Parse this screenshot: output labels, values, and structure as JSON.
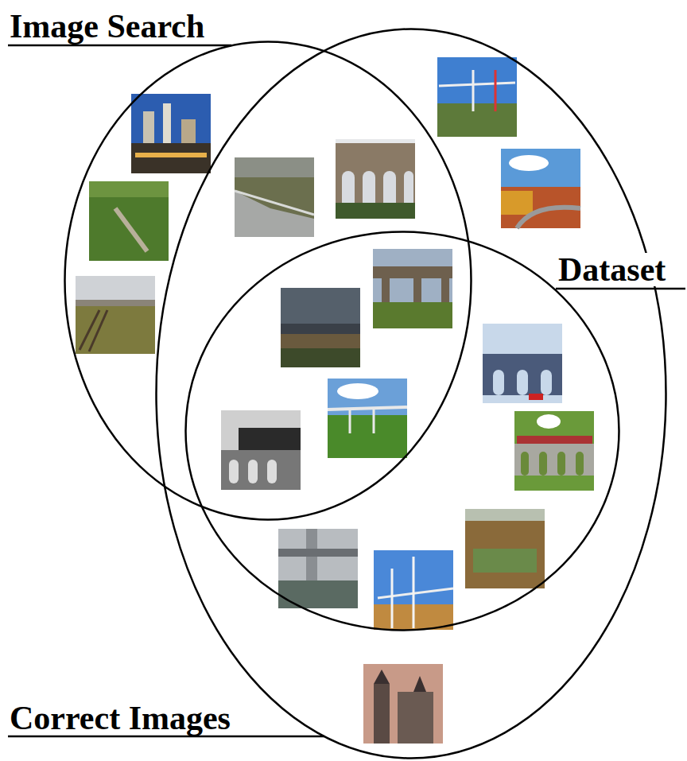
{
  "diagram": {
    "nodes": [
      {
        "text": [
          "Image Search"
        ]
      },
      {
        "text": [
          "Dataset"
        ]
      },
      {
        "text": [
          "Correct Images"
        ]
      }
    ]
  }
}
